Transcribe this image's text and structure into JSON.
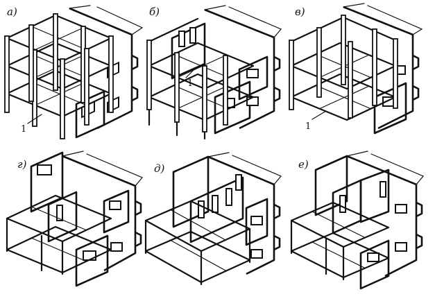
{
  "panels": [
    {
      "id": "a",
      "label": "а)",
      "marker": "1"
    },
    {
      "id": "b",
      "label": "б)",
      "marker": "1"
    },
    {
      "id": "v",
      "label": "в)",
      "marker": "1"
    },
    {
      "id": "g",
      "label": "г)"
    },
    {
      "id": "d",
      "label": "д)"
    },
    {
      "id": "e",
      "label": "е)"
    }
  ]
}
